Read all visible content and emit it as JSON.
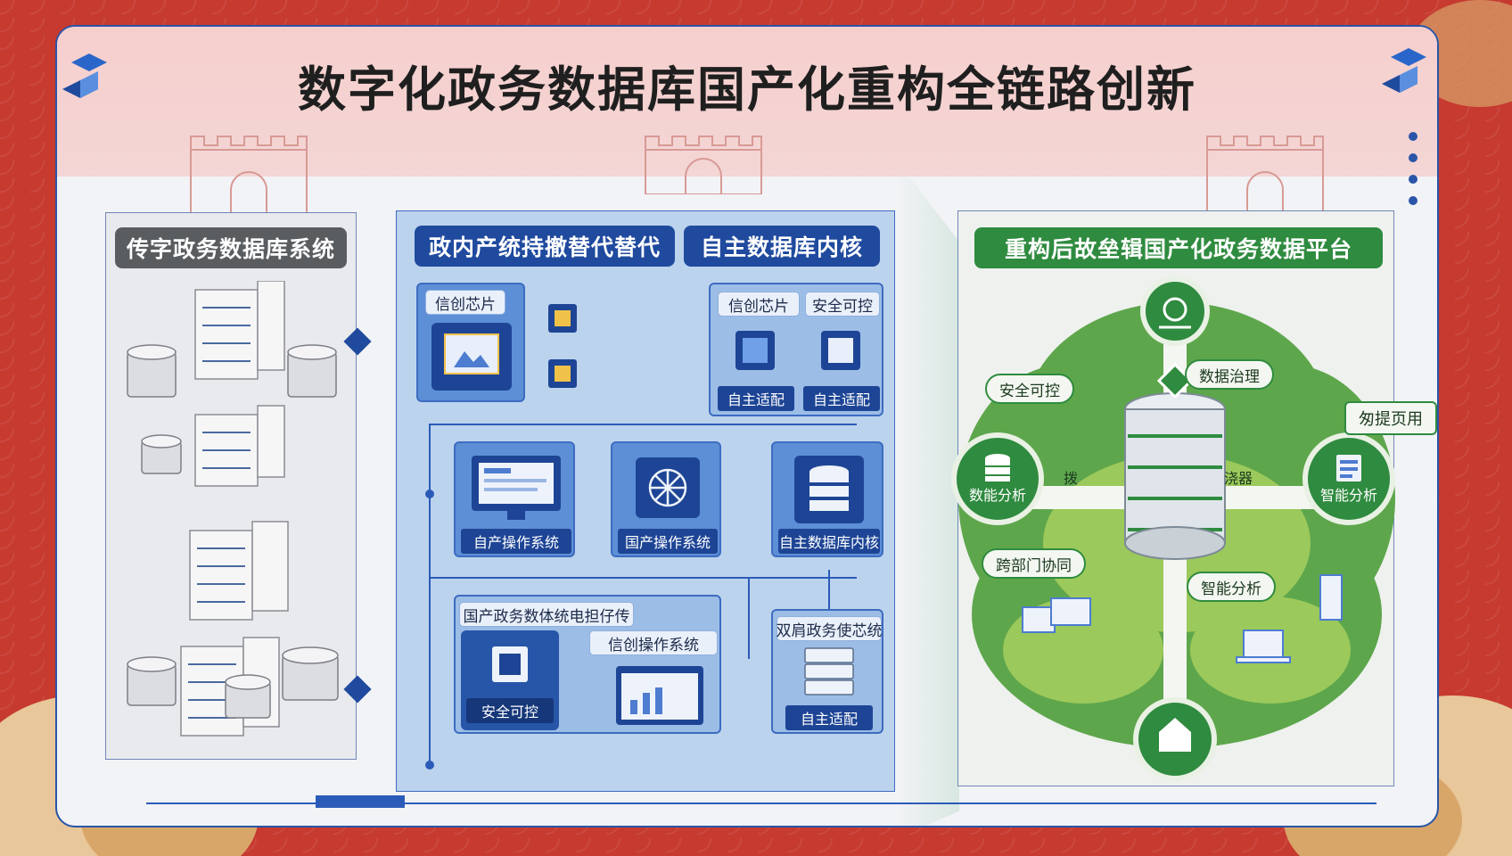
{
  "title": "数字化政务数据库国产化重构全链路创新",
  "colors": {
    "frame": "#2a55a8",
    "blue": "#1f4a9e",
    "green": "#2f8b3f",
    "red": "#c63a30"
  },
  "left_panel": {
    "header": "传字政务数据库系统"
  },
  "middle_panel": {
    "header_left": "政内产统持撤替代替代",
    "header_right": "自主数据库内核",
    "chip_card_label": "信创芯片",
    "top_right_tags": [
      "信创芯片",
      "安全可控"
    ],
    "top_right_bottom": [
      "自主适配",
      "自主适配"
    ],
    "row2": [
      "自产操作系统",
      "国产操作系统",
      "自主数据库内核"
    ],
    "bottom_left_header": "国产政务数体统电担仔传",
    "bottom_left_sub": "信创操作系统",
    "bottom_left_chip_label": "安全可控",
    "bottom_right_header": "双肩政务使芯统",
    "bottom_right_label": "自主适配"
  },
  "right_panel": {
    "header": "重构后故垒辑国产化政务数据平台",
    "tags": {
      "security": "安全可控",
      "governance": "数据治理",
      "service": "匆提页用",
      "cross": "跨部门协同",
      "smart2": "智能分析"
    },
    "nodes": {
      "analysis_left": "数能分析",
      "analysis_right": "智能分析"
    },
    "center_labels": [
      "拨",
      "浇器"
    ]
  }
}
